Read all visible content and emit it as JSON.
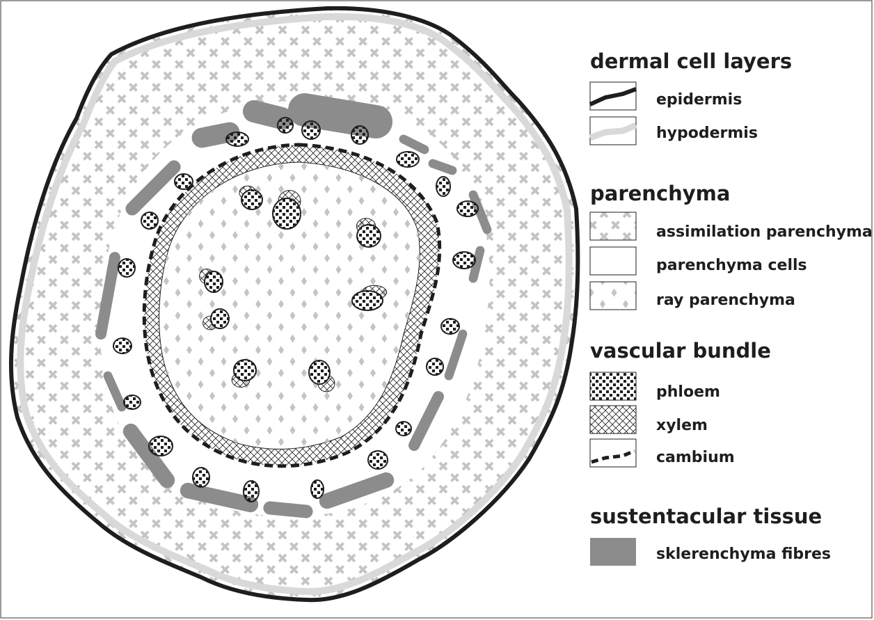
{
  "colors": {
    "epidermis": "#1e1e1e",
    "hypodermis": "#d9d9d9",
    "pattern_gray": "#c4c4c4",
    "sklerenchyma": "#8c8c8c",
    "ink": "#1e1e1e"
  },
  "legend": {
    "dermal": {
      "title": "dermal cell layers",
      "items": [
        {
          "label": "epidermis"
        },
        {
          "label": "hypodermis"
        }
      ]
    },
    "parenchyma": {
      "title": "parenchyma",
      "items": [
        {
          "label": "assimilation parenchyma"
        },
        {
          "label": "parenchyma cells"
        },
        {
          "label": "ray parenchyma"
        }
      ]
    },
    "vascular": {
      "title": "vascular bundle",
      "items": [
        {
          "label": "phloem"
        },
        {
          "label": "xylem"
        },
        {
          "label": "cambium"
        }
      ]
    },
    "sustentacular": {
      "title": "sustentacular tissue",
      "items": [
        {
          "label": "sklerenchyma fibres"
        }
      ]
    }
  }
}
